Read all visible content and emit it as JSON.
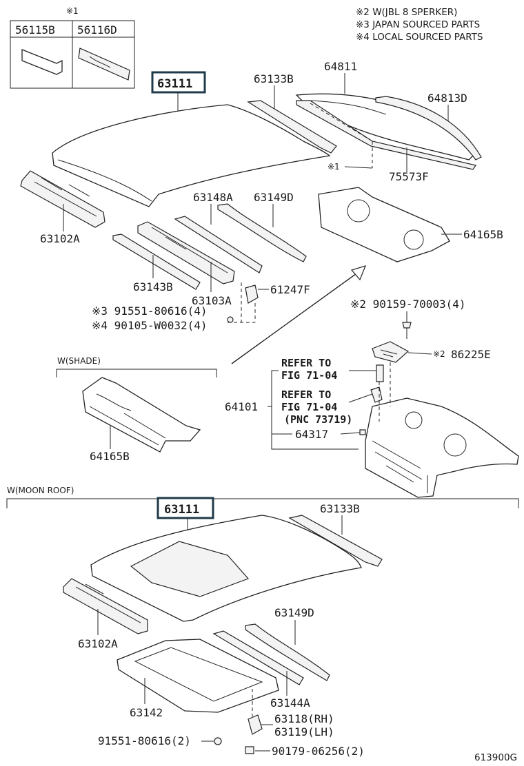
{
  "legend": {
    "note1_mark": "※1",
    "note2": "※2 W(JBL 8 SPERKER)",
    "note3": "※3 JAPAN SOURCED PARTS",
    "note4": "※4 LOCAL SOURCED PARTS"
  },
  "inset_table": {
    "col1": "56115B",
    "col2": "56116D"
  },
  "top_section": {
    "roof_panel": "63111",
    "side_rail": "63133B",
    "glass": "64811",
    "glass_molding": "64813D",
    "note1_ref": "※1",
    "weatherstrip": "75573F",
    "front_header": "63102A",
    "bow_a": "63148A",
    "bow_b": "63149D",
    "package_tray": "64165B",
    "rear_header": "63143B",
    "reinf": "63103A",
    "bracket": "61247F",
    "bolt3": "※3 91551-80616(4)",
    "bolt4": "※4 90105-W0032(4)",
    "screw2": "※2 90159-70003(4)",
    "speaker_cover_mark": "※2",
    "speaker_cover": "86225E",
    "refer1_line1": "REFER TO",
    "refer1_line2": "FIG 71-04",
    "refer2_line1": "REFER TO",
    "refer2_line2": "FIG 71-04",
    "refer2_line3": "(PNC 73719)",
    "shelf_assy": "64101",
    "plug": "64317"
  },
  "shade_section": {
    "title": "W(SHADE)",
    "package_tray": "64165B"
  },
  "moonroof_section": {
    "title": "W(MOON ROOF)",
    "roof_panel": "63111",
    "side_rail": "63133B",
    "bow": "63149D",
    "front_header": "63102A",
    "housing": "63142",
    "reinf": "63144A",
    "bracket_rh": "63118(RH)",
    "bracket_lh": "63119(LH)",
    "bolt": "91551-80616(2)",
    "clip": "90179-06256(2)"
  },
  "figure_code": "613900G"
}
